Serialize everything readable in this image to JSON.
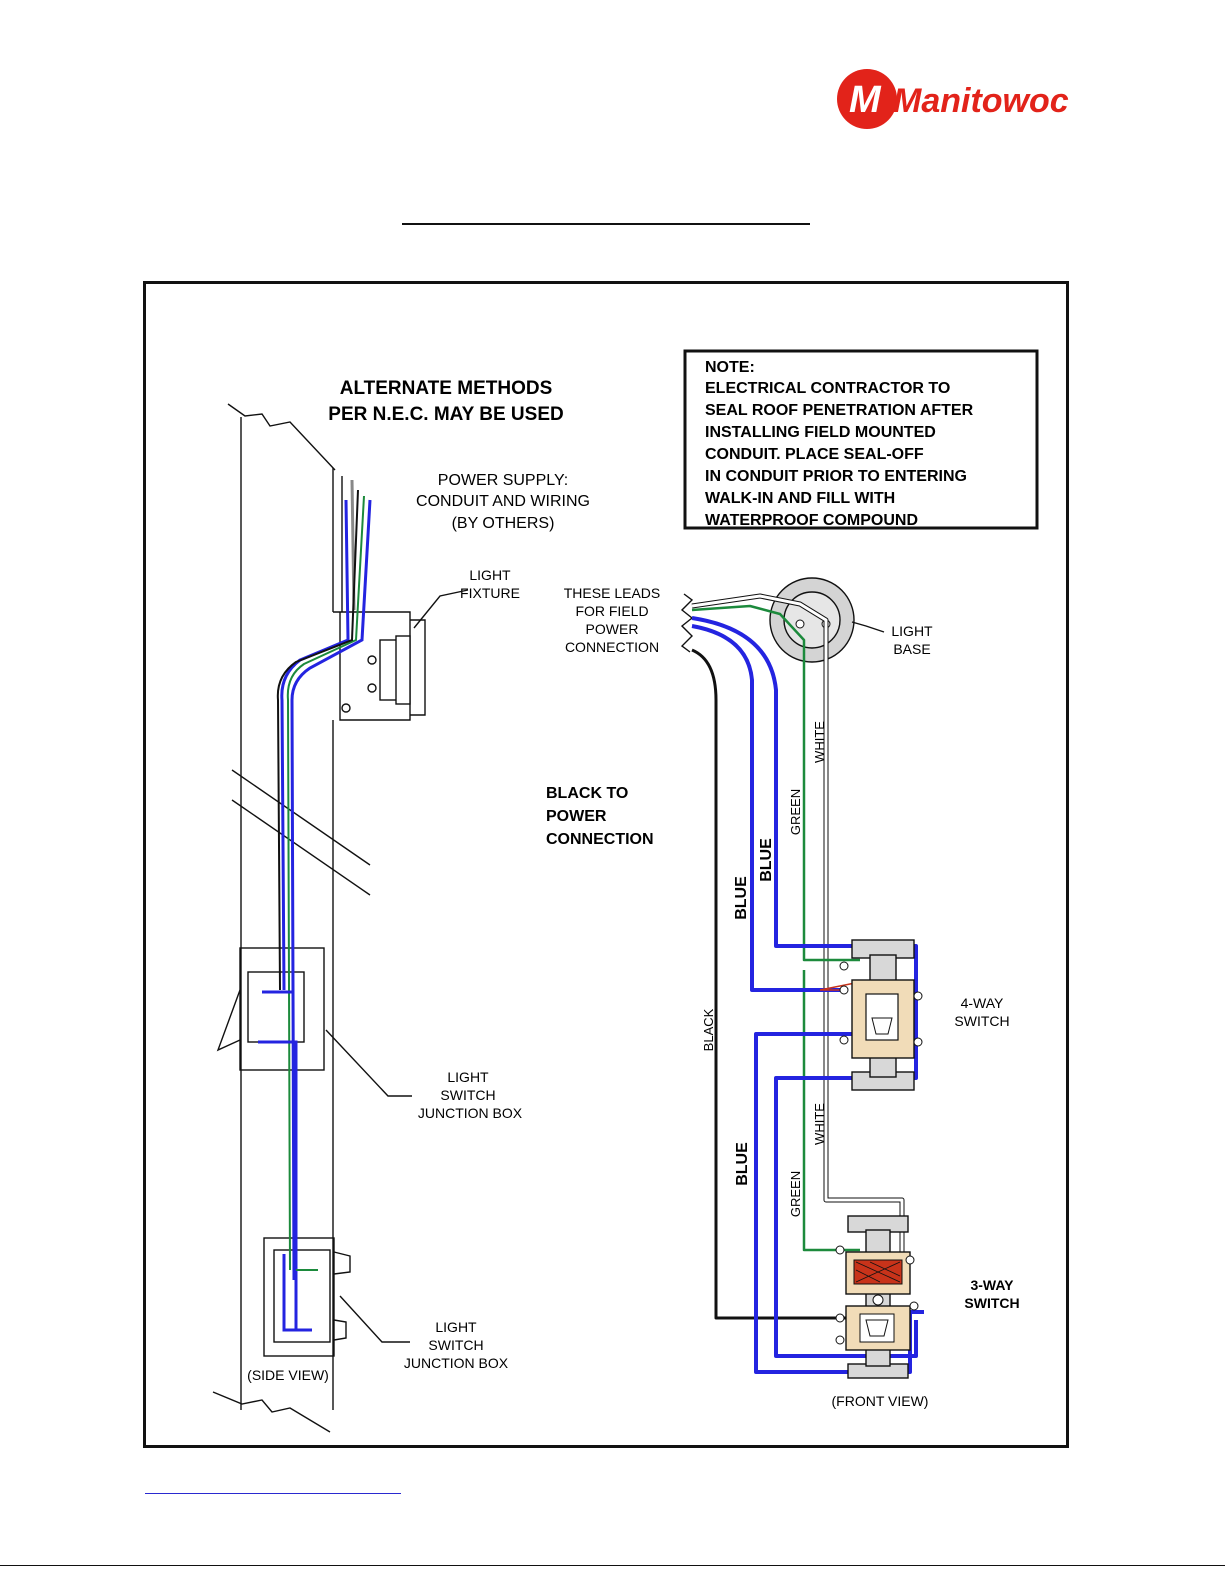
{
  "logo": {
    "text": "Manitowoc",
    "letter": "M",
    "brand_color": "#e2231a"
  },
  "diagram": {
    "heading_line1": "ALTERNATE METHODS",
    "heading_line2": "PER N.E.C. MAY BE USED",
    "note": [
      "NOTE:",
      "ELECTRICAL CONTRACTOR TO",
      "SEAL ROOF PENETRATION AFTER",
      "INSTALLING FIELD MOUNTED",
      "CONDUIT.  PLACE SEAL-OFF",
      "IN CONDUIT PRIOR TO ENTERING",
      "WALK-IN AND FILL WITH",
      "WATERPROOF COMPOUND"
    ],
    "power_supply": [
      "POWER SUPPLY:",
      "CONDUIT AND WIRING",
      "(BY OTHERS)"
    ],
    "light_fixture": [
      "LIGHT",
      "FIXTURE"
    ],
    "switch_box_1": [
      "LIGHT",
      "SWITCH",
      "JUNCTION BOX"
    ],
    "switch_box_2": [
      "LIGHT",
      "SWITCH",
      "JUNCTION BOX"
    ],
    "side_view": "(SIDE VIEW)",
    "leads": [
      "THESE LEADS",
      "FOR FIELD",
      "POWER",
      "CONNECTION"
    ],
    "light_base": [
      "LIGHT",
      "BASE"
    ],
    "black_to_power": [
      "BLACK TO",
      "POWER",
      "CONNECTION"
    ],
    "wire_blue": "BLUE",
    "wire_green": "GREEN",
    "wire_white": "WHITE",
    "wire_black": "BLACK",
    "four_way": [
      "4-WAY",
      "SWITCH"
    ],
    "three_way": [
      "3-WAY",
      "SWITCH"
    ],
    "front_view": "(FRONT VIEW)",
    "colors": {
      "blue": "#2424e0",
      "green": "#1c8a3c",
      "black": "#111111",
      "white_wire": "#888888",
      "switch_fill": "#f1dcb8",
      "red_fill": "#c8331a"
    }
  }
}
